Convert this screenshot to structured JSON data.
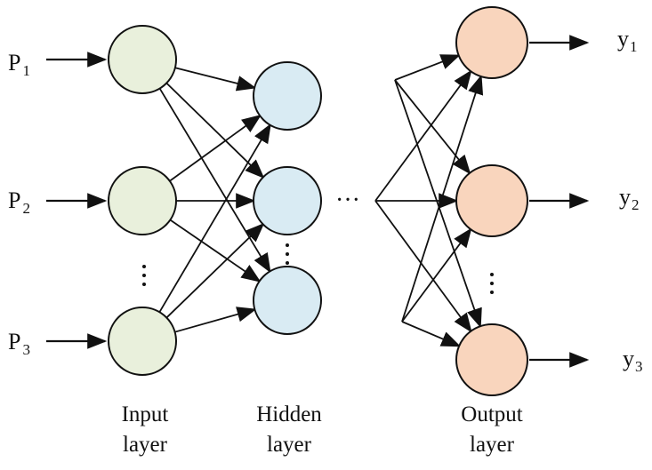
{
  "inputs": [
    {
      "base": "P",
      "sub": "1"
    },
    {
      "base": "P",
      "sub": "2"
    },
    {
      "base": "P",
      "sub": "3"
    }
  ],
  "outputs": [
    {
      "base": "y",
      "sub": "1"
    },
    {
      "base": "y",
      "sub": "2"
    },
    {
      "base": "y",
      "sub": "3"
    }
  ],
  "layers": {
    "input": {
      "line1": "Input",
      "line2": "layer"
    },
    "hidden": {
      "line1": "Hidden",
      "line2": "layer"
    },
    "output": {
      "line1": "Output",
      "line2": "layer"
    }
  },
  "ellipsis": {
    "horizontal": "···"
  },
  "colors": {
    "input_node": "#e9f0dc",
    "hidden_node": "#d9ebf3",
    "output_node": "#f9d5bd",
    "stroke": "#111111"
  }
}
